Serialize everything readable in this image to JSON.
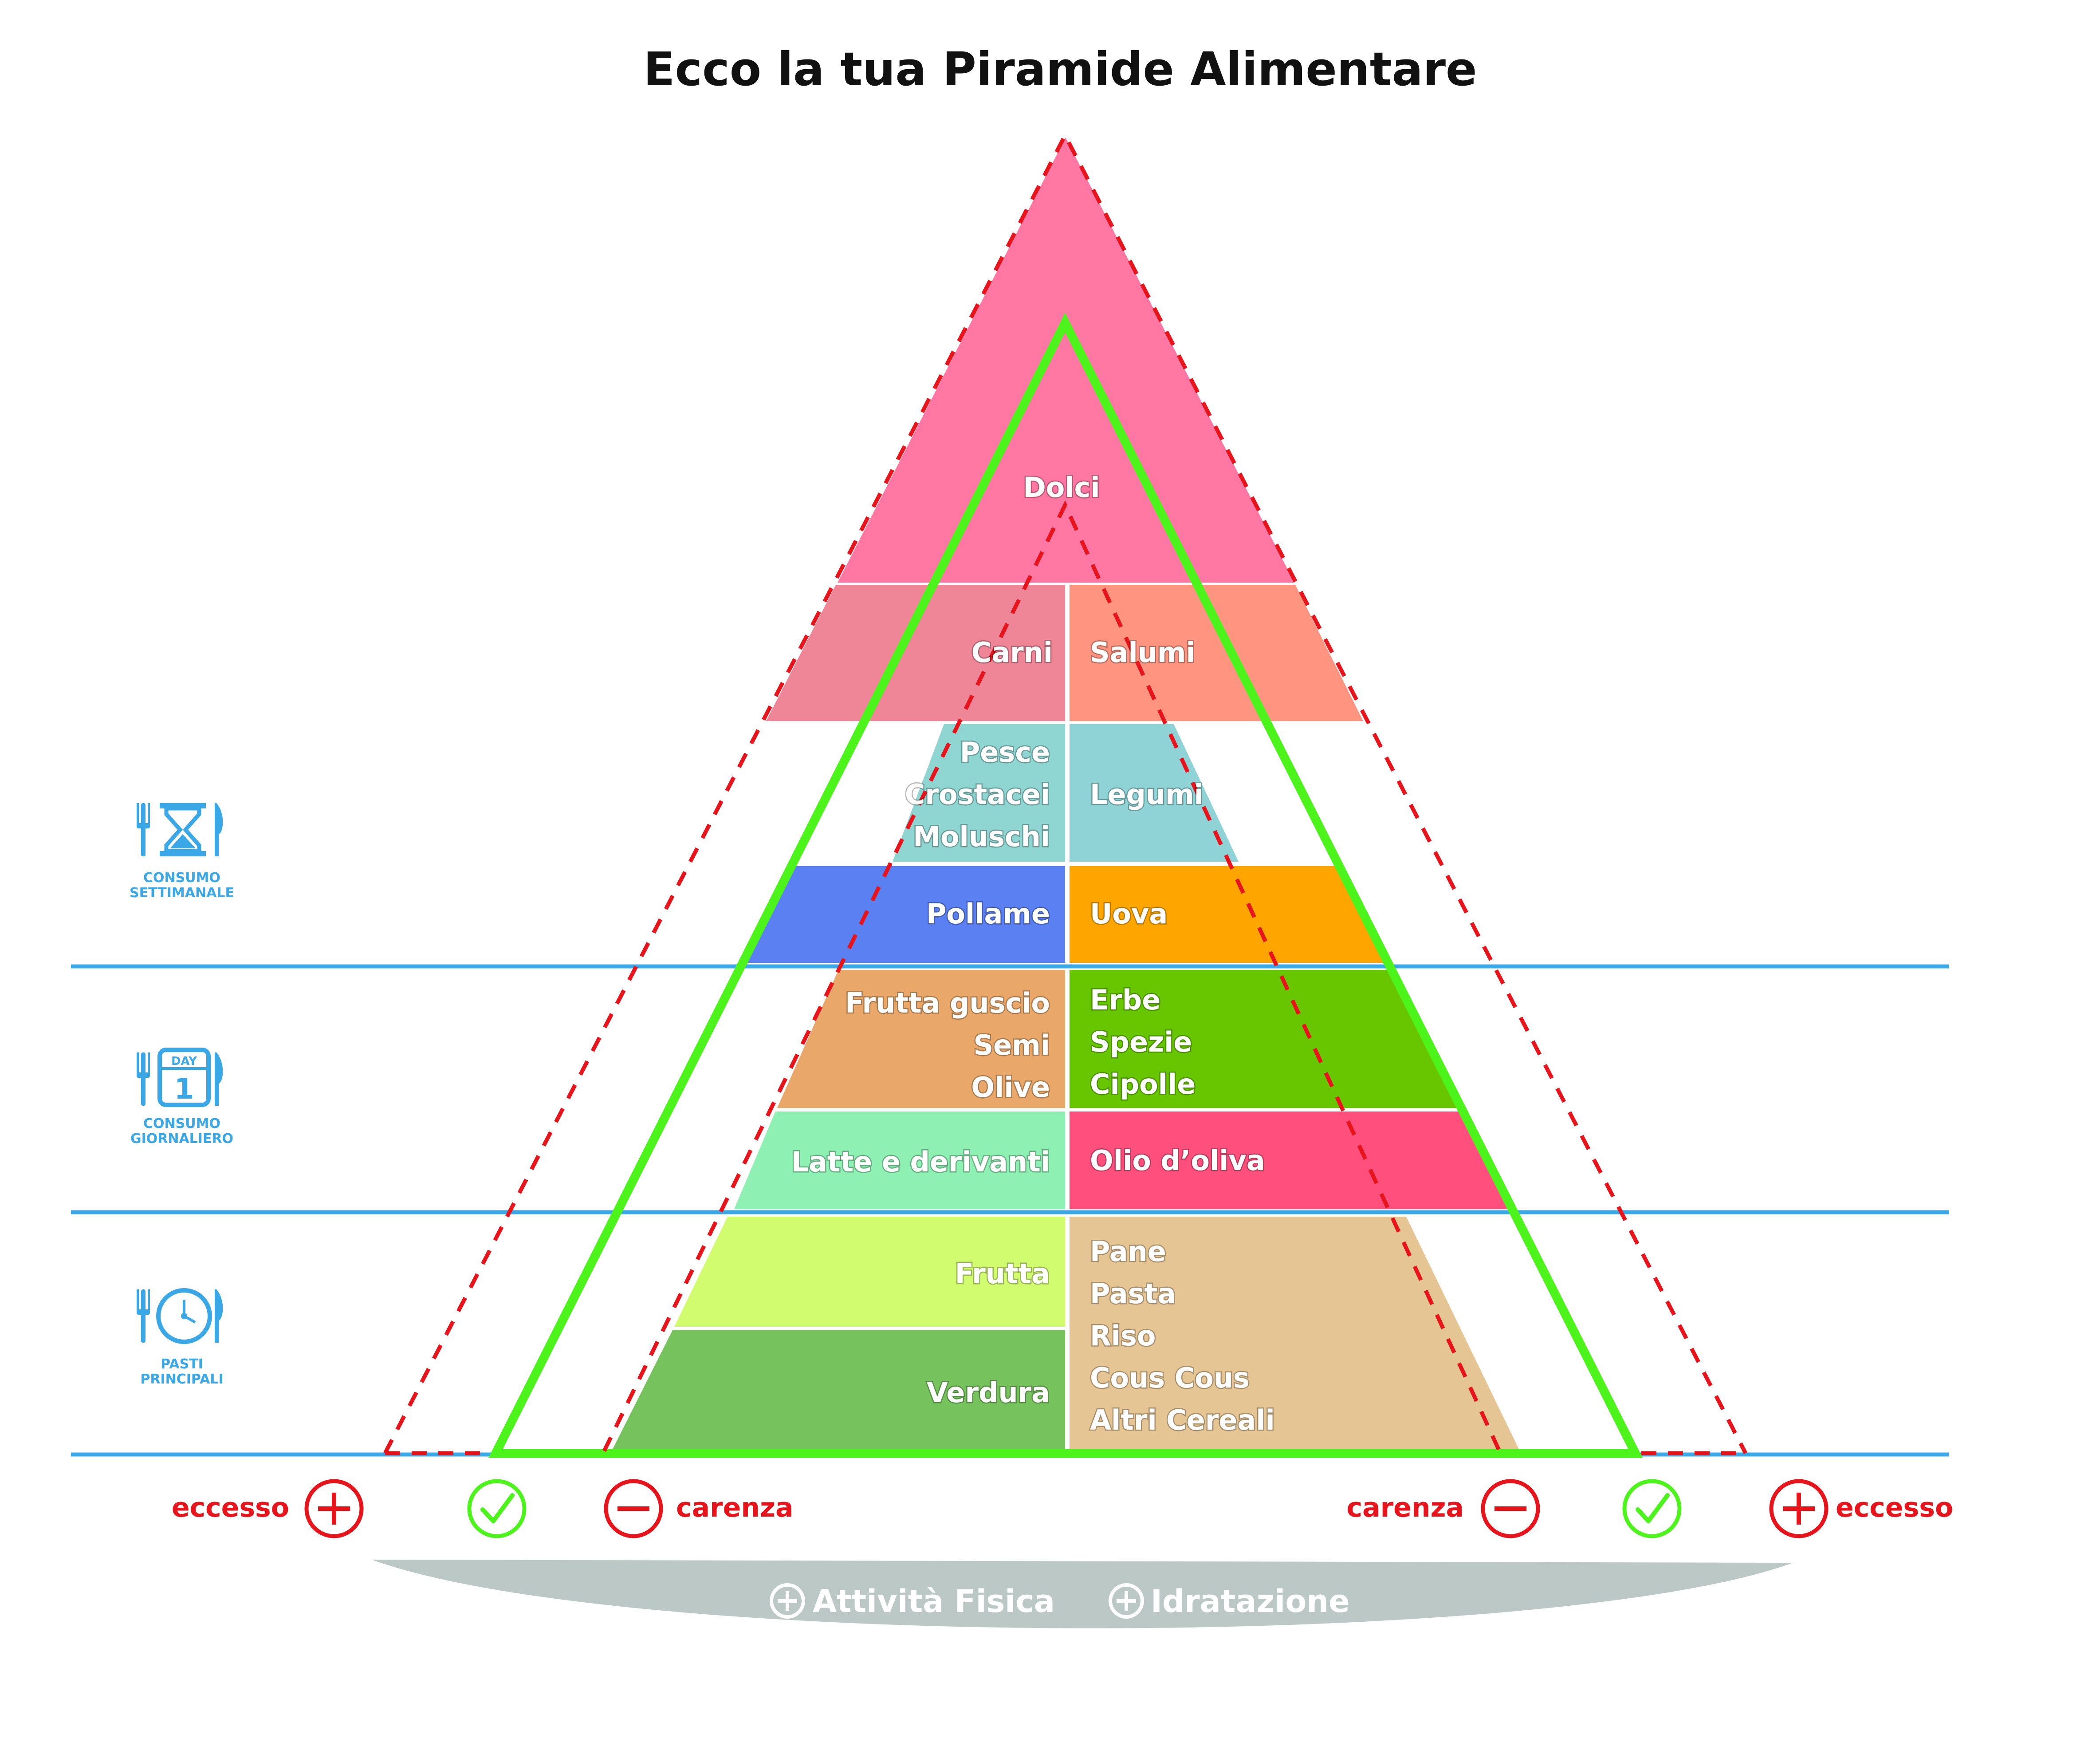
{
  "title": "Ecco la tua Piramide Alimentare",
  "pyramid": {
    "top": "Dolci",
    "tiers": [
      {
        "left": [
          "Carni"
        ],
        "right": [
          "Salumi"
        ],
        "left_color": "#ee8697",
        "right_color": "#ff9580"
      },
      {
        "left": [
          "Pesce",
          "Crostacei",
          "Moluschi"
        ],
        "right": [
          "Legumi"
        ],
        "left_color": "#8fd6d2",
        "right_color": "#8fd3d6"
      },
      {
        "left": [
          "Pollame"
        ],
        "right": [
          "Uova"
        ],
        "left_color": "#5a80f2",
        "right_color": "#ffa500"
      },
      {
        "left": [
          "Frutta guscio",
          "Semi",
          "Olive"
        ],
        "right": [
          "Erbe",
          "Spezie",
          "Cipolle"
        ],
        "left_color": "#e9a86a",
        "right_color": "#67c600"
      },
      {
        "left": [
          "Latte e derivanti"
        ],
        "right": [
          "Olio d’oliva"
        ],
        "left_color": "#8ff0b4",
        "right_color": "#ff507d"
      },
      {
        "left": [
          "Frutta",
          "Verdura"
        ],
        "right": [
          "Pane",
          "Pasta",
          "Riso",
          "Cous Cous",
          "Altri Cereali"
        ],
        "left_color": "#d2fc70",
        "left_color_2": "#76c35e",
        "right_color": "#e6c594"
      }
    ],
    "top_color": "#ff77a2"
  },
  "frequency": {
    "weekly": [
      "CONSUMO",
      "SETTIMANALE"
    ],
    "daily": [
      "CONSUMO",
      "GIORNALIERO"
    ],
    "meals": [
      "PASTI",
      "PRINCIPALI"
    ],
    "calendar_day_label": "DAY",
    "calendar_day_number": "1"
  },
  "legend": {
    "excess": "eccesso",
    "deficiency": "carenza"
  },
  "base": {
    "items": [
      "Attività Fisica",
      "Idratazione"
    ],
    "color": "#bcc8c5"
  },
  "colors": {
    "green_outline": "#4cf41c",
    "red_dashes": "#e8141b",
    "blue_lines": "#3aa8e6"
  },
  "icons": [
    "hourglass-icon",
    "calendar-icon",
    "clock-icon",
    "fork-icon",
    "knife-icon",
    "plus-circle-icon",
    "minus-circle-icon",
    "check-circle-icon"
  ]
}
